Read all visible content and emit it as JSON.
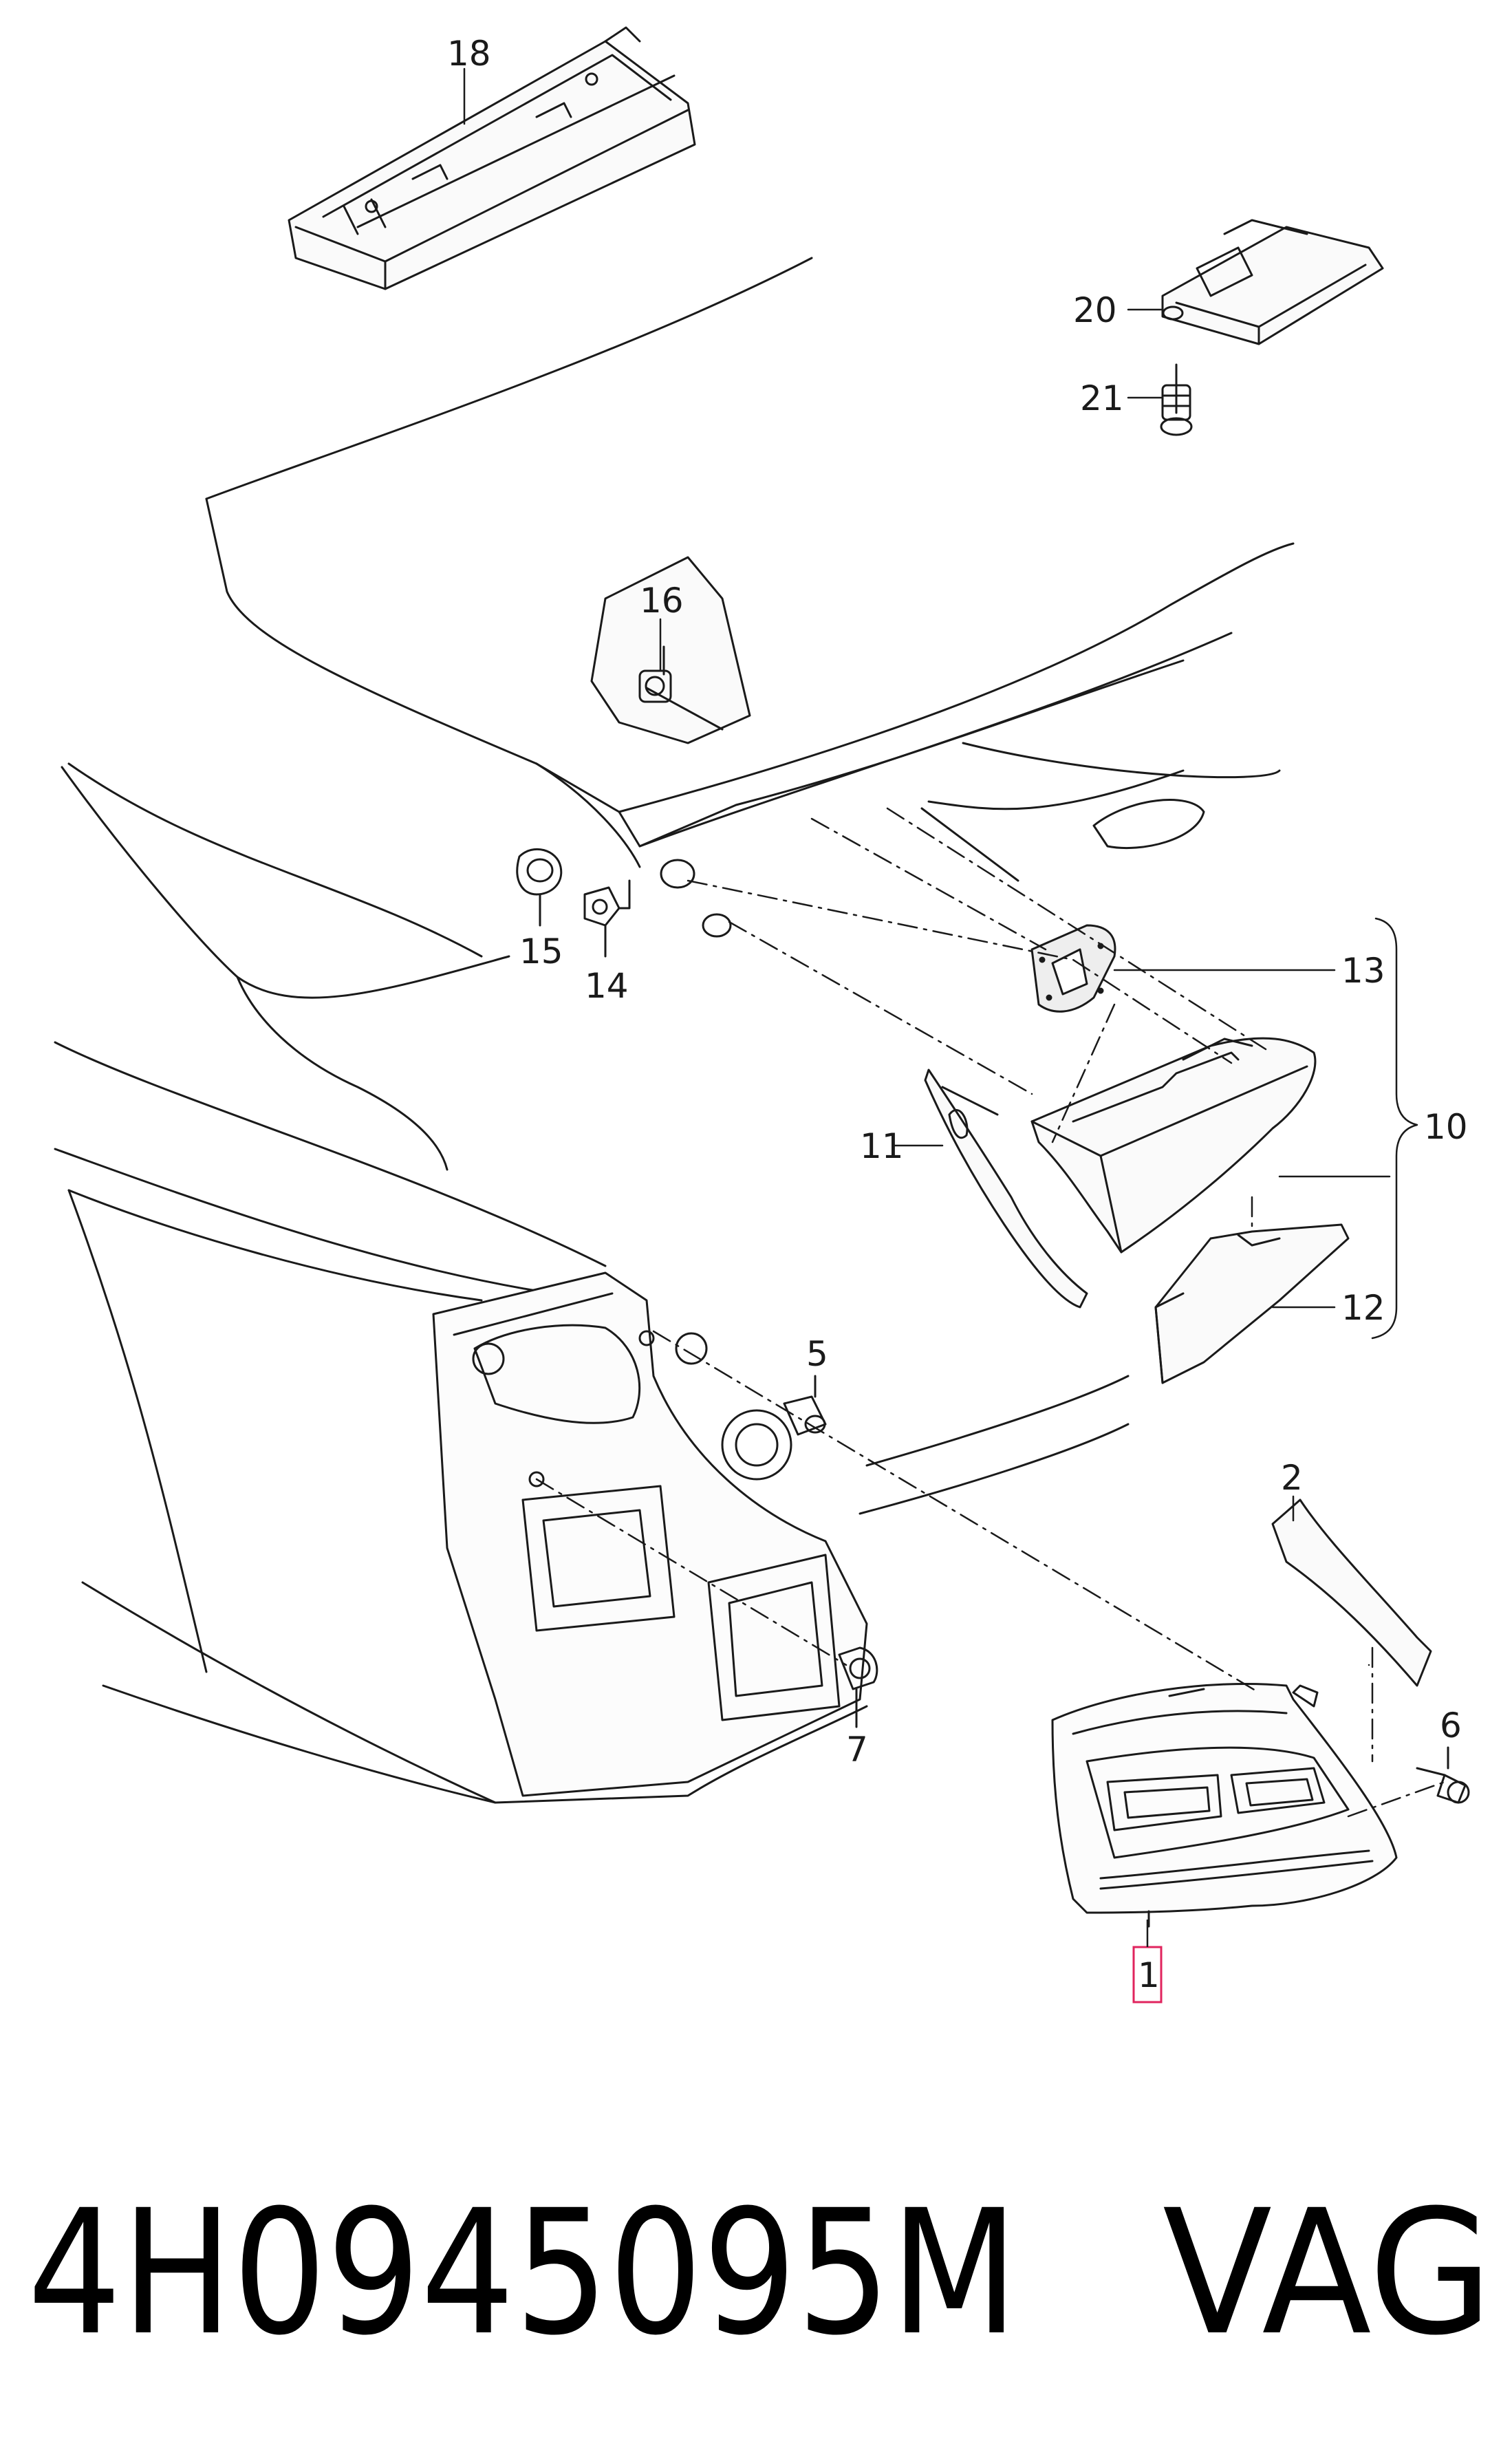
{
  "diagram": {
    "callouts": {
      "p1": "1",
      "p2": "2",
      "p5": "5",
      "p6": "6",
      "p7": "7",
      "p10": "10",
      "p11": "11",
      "p12": "12",
      "p13": "13",
      "p14": "14",
      "p15": "15",
      "p16": "16",
      "p18": "18",
      "p20": "20",
      "p21": "21"
    },
    "highlight_color": "#e0245e",
    "line_color": "#1a1a1a"
  },
  "footer": {
    "part_number": "4H0945095M",
    "brand": "VAG"
  }
}
